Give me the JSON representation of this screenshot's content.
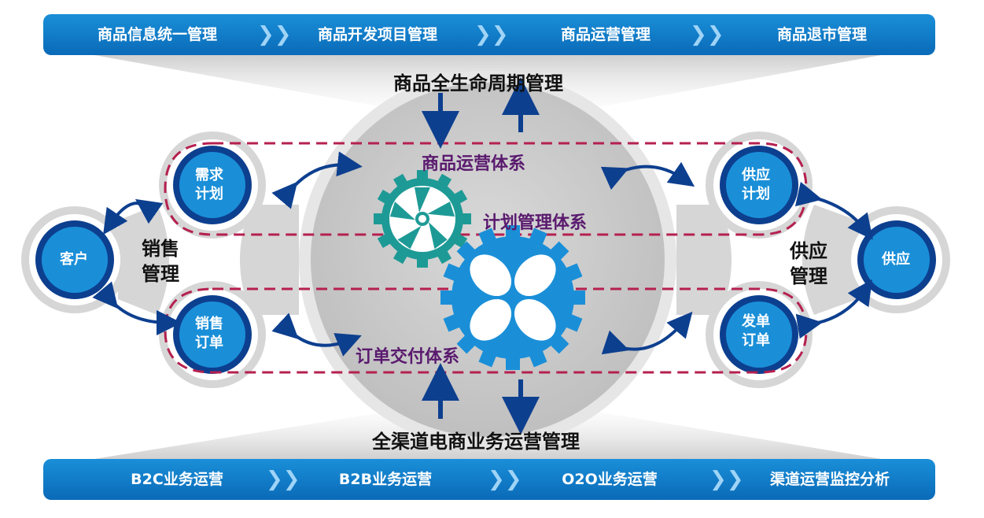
{
  "top_bar": {
    "items": [
      "商品信息统一管理",
      "商品开发项目管理",
      "商品运营管理",
      "商品退市管理"
    ]
  },
  "bottom_bar": {
    "items": [
      "B2C业务运营",
      "B2B业务运营",
      "O2O业务运营",
      "渠道运营监控分析"
    ]
  },
  "center": {
    "top_title": "商品全生命周期管理",
    "bottom_title": "全渠道电商业务运营管理",
    "systems": {
      "product_ops": "商品运营体系",
      "planning": "计划管理体系",
      "order_delivery": "订单交付体系"
    }
  },
  "left": {
    "management": [
      "销售",
      "管理"
    ],
    "nodes": {
      "demand_plan": [
        "需求",
        "计划"
      ],
      "customer": [
        "客户"
      ],
      "sales_order": [
        "销售",
        "订单"
      ]
    }
  },
  "right": {
    "management": [
      "供应",
      "管理"
    ],
    "nodes": {
      "supply_plan": [
        "供应",
        "计划"
      ],
      "supply": [
        "供应"
      ],
      "dispatch_order": [
        "发单",
        "订单"
      ]
    }
  },
  "colors": {
    "bar_blue": "#0a6ab8",
    "node_blue": "#1a8fd8",
    "dashed_red": "#b5204f",
    "arrow_blue": "#0d3f8f",
    "gear_teal": "#1e9a96",
    "gear_blue": "#1a8fd8",
    "purple_text": "#5a1a6e"
  }
}
